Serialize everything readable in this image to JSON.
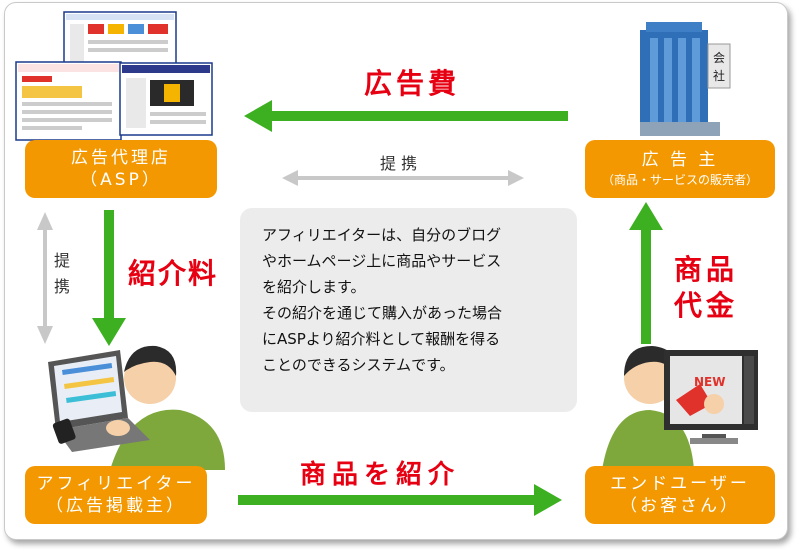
{
  "boxes": {
    "asp": {
      "line1": "広告代理店",
      "line2": "（ASP）"
    },
    "advertiser": {
      "line1": "広 告 主",
      "line2": "（商品・サービスの販売者）"
    },
    "affiliate": {
      "line1": "アフィリエイター",
      "line2": "（広告掲載主）"
    },
    "enduser": {
      "line1": "エンドユーザー",
      "line2": "（お客さん）"
    }
  },
  "flows": {
    "ad_fee": "広告費",
    "commission": "紹介料",
    "product_price_line1": "商品",
    "product_price_line2": "代金",
    "introduce": "商品を紹介",
    "partnership_top": "提 携",
    "partnership_left": "提携"
  },
  "note": {
    "lines": [
      "アフィリエイターは、自分のブログ",
      "やホームページ上に商品やサービス",
      "を紹介します。",
      "その紹介を通じて購入があった場合",
      "にASPより紹介料として報酬を得る",
      "ことのできるシステムです。"
    ]
  },
  "monitor_badge": "NEW",
  "building_sign": "会社",
  "colors": {
    "box": "#f39800",
    "arrow_green": "#3cb021",
    "arrow_gray": "#c8c8c8",
    "label_red": "#e60012",
    "note_bg": "#ececec"
  }
}
